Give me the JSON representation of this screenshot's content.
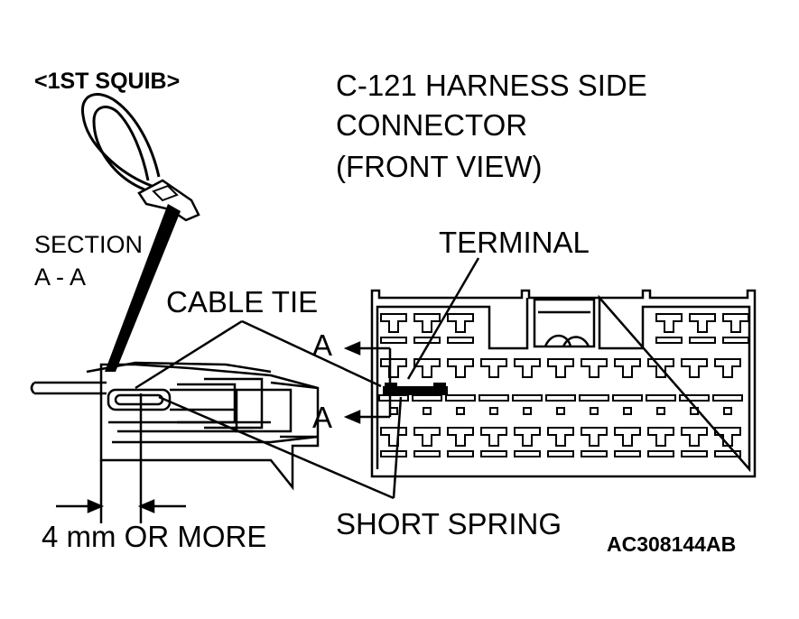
{
  "labels": {
    "squib_title": "<1ST SQUIB>",
    "connector_line1": "C-121 HARNESS SIDE",
    "connector_line2": "CONNECTOR",
    "connector_line3": "(FRONT VIEW)",
    "section_line1": "SECTION",
    "section_line2": "A - A",
    "terminal": "TERMINAL",
    "cable_tie": "CABLE TIE",
    "section_marker_top": "A",
    "section_marker_bottom": "A",
    "short_spring": "SHORT SPRING",
    "dimension": "4 mm OR MORE",
    "figure_id": "AC308144AB"
  },
  "colors": {
    "line": "#000000",
    "background": "#ffffff"
  }
}
